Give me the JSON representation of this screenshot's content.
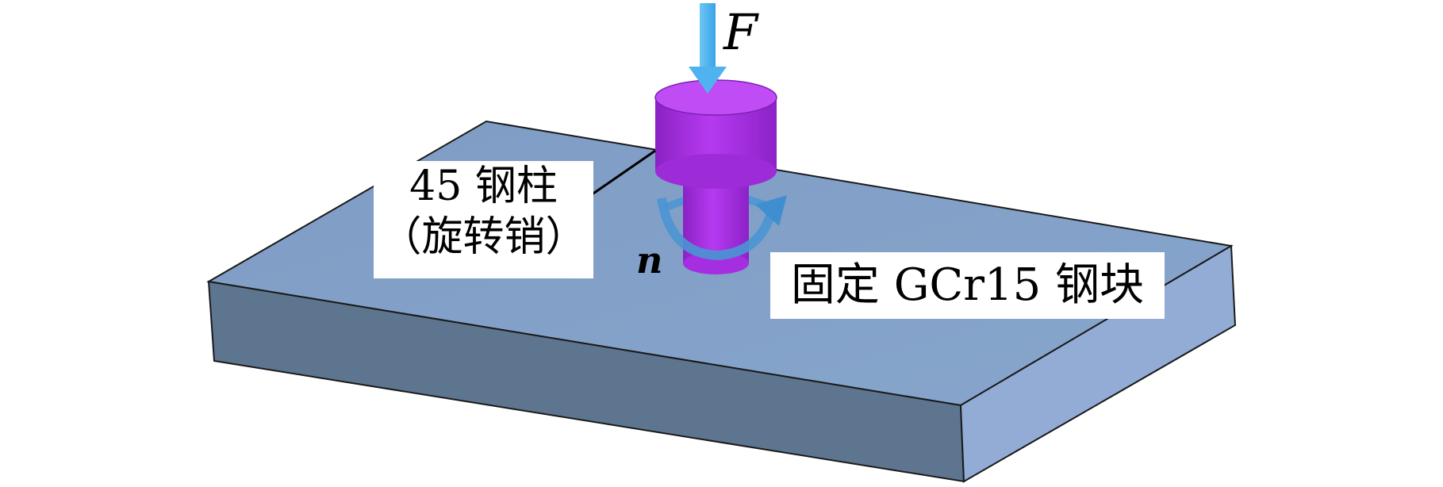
{
  "diagram": {
    "pin_label": {
      "line1": "45 钢柱",
      "line2": "（旋转销）"
    },
    "block_label": "固定 GCr15 钢块",
    "force_symbol": "F",
    "rotation_symbol": "n",
    "colors": {
      "block_top": "#84a3c8",
      "block_front": "#5e7590",
      "block_right": "#92acd6",
      "pin": "#b334ee",
      "pin_dark": "#7d20b0",
      "force_arrow": "#4fb3f0",
      "rotation_arrow": "#4a95d3",
      "outline": "#1a1a1a"
    }
  }
}
